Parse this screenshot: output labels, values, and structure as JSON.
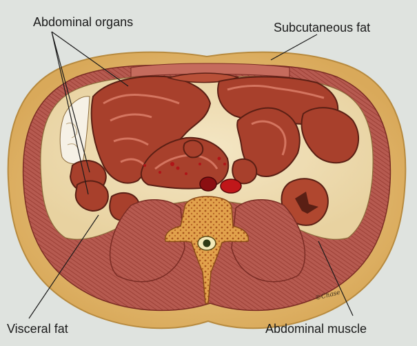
{
  "labels": {
    "abdominal_organs": "Abdominal organs",
    "subcutaneous_fat": "Subcutaneous fat",
    "visceral_fat": "Visceral fat",
    "abdominal_muscle": "Abdominal muscle"
  },
  "artist_signature": "©Chase",
  "colors": {
    "background": "#dfe3df",
    "subcutaneous_fat": "#e6c07a",
    "muscle": "#b8574f",
    "visceral_fat": "#efdcb0",
    "organ": "#a8402c",
    "organ_outline": "#5a1f14",
    "vertebra": "#e0a24a",
    "blood_vessel": "#c0171a"
  }
}
